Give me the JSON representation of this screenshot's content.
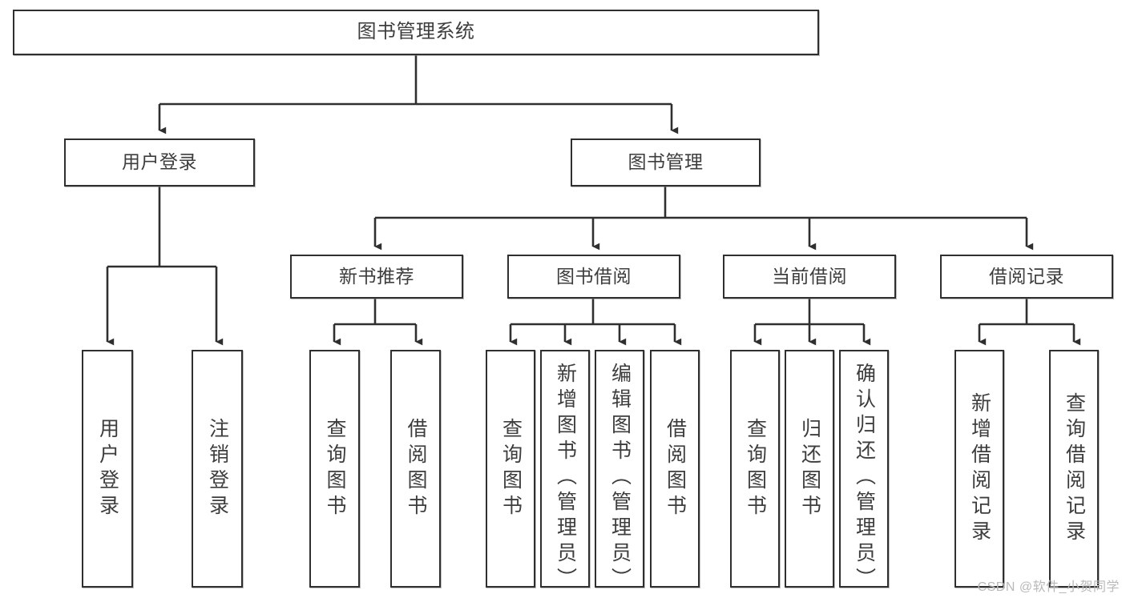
{
  "diagram": {
    "title": "图书管理系统",
    "type": "hierarchy-tree",
    "watermark": "CSDN @软件_小贺同学",
    "colors": {
      "background": "#ffffff",
      "box_border": "#2f2f2f",
      "box_fill": "#ffffff",
      "text": "#3d3d3d",
      "edge": "#2f2f2f",
      "watermark": "#b9b9b9"
    },
    "levels": {
      "level1": [
        {
          "id": "root",
          "label": "图书管理系统",
          "orientation": "horizontal"
        }
      ],
      "level2": [
        {
          "id": "user-login",
          "label": "用户登录",
          "orientation": "horizontal"
        },
        {
          "id": "book-management",
          "label": "图书管理",
          "orientation": "horizontal"
        }
      ],
      "level3": [
        {
          "id": "new-book-recommend",
          "label": "新书推荐",
          "orientation": "horizontal",
          "parent": "book-management"
        },
        {
          "id": "book-borrow",
          "label": "图书借阅",
          "orientation": "horizontal",
          "parent": "book-management"
        },
        {
          "id": "current-borrow",
          "label": "当前借阅",
          "orientation": "horizontal",
          "parent": "book-management"
        },
        {
          "id": "borrow-record",
          "label": "借阅记录",
          "orientation": "horizontal",
          "parent": "book-management"
        }
      ],
      "level4": [
        {
          "id": "leaf-user-login",
          "label": "用户登录",
          "orientation": "vertical",
          "parent": "user-login"
        },
        {
          "id": "leaf-user-logout",
          "label": "注销登录",
          "orientation": "vertical",
          "parent": "user-login"
        },
        {
          "id": "leaf-query-book-1",
          "label": "查询图书",
          "orientation": "vertical",
          "parent": "new-book-recommend"
        },
        {
          "id": "leaf-borrow-book-1",
          "label": "借阅图书",
          "orientation": "vertical",
          "parent": "new-book-recommend"
        },
        {
          "id": "leaf-query-book-2",
          "label": "查询图书",
          "orientation": "vertical",
          "parent": "book-borrow"
        },
        {
          "id": "leaf-add-book",
          "label": "新增图书（管理员）",
          "orientation": "vertical",
          "parent": "book-borrow"
        },
        {
          "id": "leaf-edit-book",
          "label": "编辑图书（管理员）",
          "orientation": "vertical",
          "parent": "book-borrow"
        },
        {
          "id": "leaf-borrow-book-2",
          "label": "借阅图书",
          "orientation": "vertical",
          "parent": "book-borrow"
        },
        {
          "id": "leaf-query-book-3",
          "label": "查询图书",
          "orientation": "vertical",
          "parent": "current-borrow"
        },
        {
          "id": "leaf-return-book",
          "label": "归还图书",
          "orientation": "vertical",
          "parent": "current-borrow"
        },
        {
          "id": "leaf-confirm-return",
          "label": "确认归还（管理员）",
          "orientation": "vertical",
          "parent": "current-borrow"
        },
        {
          "id": "leaf-add-record",
          "label": "新增借阅记录",
          "orientation": "vertical",
          "parent": "borrow-record"
        },
        {
          "id": "leaf-query-record",
          "label": "查询借阅记录",
          "orientation": "vertical",
          "parent": "borrow-record"
        }
      ]
    }
  }
}
